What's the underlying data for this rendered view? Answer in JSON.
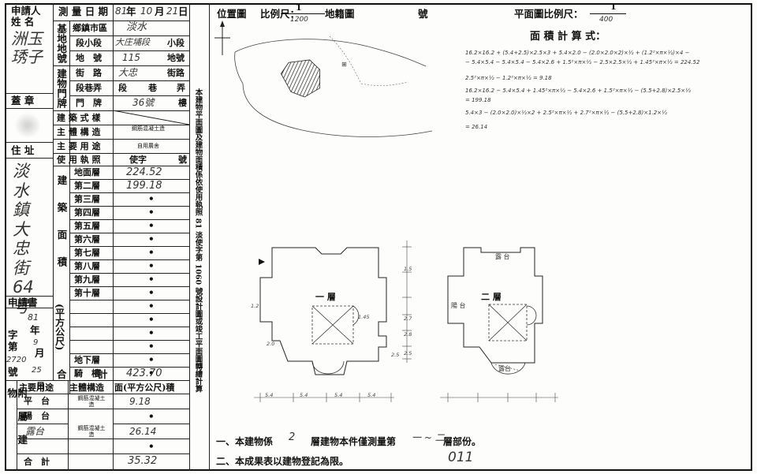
{
  "applicant": {
    "label_1": "申請人",
    "label_2": "姓 名",
    "name": "洲玉琇子"
  },
  "seal_label": "蓋 章",
  "address": {
    "label": "住 址",
    "value": "淡水鎮大忠街64号"
  },
  "application": {
    "label": "申請書",
    "char_year": "年",
    "char_month": "月",
    "char_zi": "字",
    "char_di": "第",
    "char_hao": "號",
    "year": "81",
    "month": "9",
    "number": "2720",
    "day": "25"
  },
  "survey_date": {
    "label": "測 量 日 期",
    "year": "81",
    "month": "10",
    "day": "21",
    "char_year": "年",
    "char_month": "月",
    "char_day": "日"
  },
  "land_label": "基地地號",
  "township": {
    "label": "鄉鎮市區",
    "value": "淡水"
  },
  "section": {
    "label": "段小段",
    "value": "大庄埔段",
    "suffix": "小段"
  },
  "land_no": {
    "label": "地　號",
    "value": "115",
    "suffix": "地號"
  },
  "door_label": "建物門牌",
  "street": {
    "label": "街　路",
    "value": "大忠",
    "suffix": "街路"
  },
  "lane": {
    "label": "段巷弄",
    "duan": "段",
    "xiang": "巷",
    "nong": "弄"
  },
  "door_no": {
    "label": "門　牌",
    "value": "36號",
    "suffix": "樓"
  },
  "style_label": "建 築 式 樣",
  "structure": {
    "label": "主 體 構 造",
    "value": "鋼筋混凝土造"
  },
  "usage": {
    "label": "主 要 用 途",
    "value": "自用農舍"
  },
  "license": {
    "label": "使 用 執 照",
    "value": "使字",
    "suffix": "號"
  },
  "area_side_label": "建築面積",
  "area_unit_label": "(平方公尺)",
  "floors": [
    {
      "name": "地面層",
      "value": "224.52"
    },
    {
      "name": "第二層",
      "value": "199.18"
    },
    {
      "name": "第三層",
      "value": "•"
    },
    {
      "name": "第四層",
      "value": "•"
    },
    {
      "name": "第五層",
      "value": "•"
    },
    {
      "name": "第六層",
      "value": "•"
    },
    {
      "name": "第七層",
      "value": "•"
    },
    {
      "name": "第八層",
      "value": "•"
    },
    {
      "name": "第九層",
      "value": "•"
    },
    {
      "name": "第十層",
      "value": "•"
    },
    {
      "name": "",
      "value": "•"
    },
    {
      "name": "",
      "value": "•"
    },
    {
      "name": "",
      "value": "•"
    },
    {
      "name": "",
      "value": "•"
    },
    {
      "name": "地下層",
      "value": "•"
    },
    {
      "name": "騎　樓",
      "value": "•"
    }
  ],
  "total": {
    "label_1": "合",
    "label_2": "計",
    "value": "423.70"
  },
  "annex": {
    "side_label": "附屬建物",
    "head_usage": "主要用途",
    "head_struct": "主體構造",
    "head_area": "面(平方公尺)積",
    "rows": [
      {
        "usage": "平　台",
        "struct": "鋼筋混凝土造",
        "area": "9.18"
      },
      {
        "usage": "陽　台",
        "struct": "",
        "area": "•"
      },
      {
        "usage": "露台",
        "struct": "鋼筋混凝土造",
        "area": "26.14"
      },
      {
        "usage": "",
        "struct": "",
        "area": "•"
      }
    ],
    "total_label": "合　計",
    "total_value": "35.32"
  },
  "location_map": {
    "label": "位置圖",
    "scale_label": "比例尺：",
    "scale_num": "1",
    "scale_den": "1200",
    "cadastral": "地籍圖",
    "hao": "號"
  },
  "floorplan_scale": {
    "label": "平面圖比例尺：",
    "num": "1",
    "den": "400"
  },
  "area_calc_title": "面 積 計 算 式：",
  "calc_lines": [
    "16.2×16.2 + (5.4+2.5)×2.5×3 + 5.4×2.0 − (2.0×2.0×2)×½ + (1.2²×π×½)×4 −",
    "− 5.4×5.4 − 5.4×5.4 − 5.4×2.6 + 1.5²×π×½ − 2.5×2.5×½ + 1.45²×π×½ = 224.52",
    "2.5²×π×½ − 1.2²×π×½ = 9.18",
    "16.2×16.2 − 5.4×5.4 + 1.45²×π×½ − 5.4×2.6 + 1.5²×π×½ − (5.5+2.8)×2.5×½",
    "= 199.18",
    "5.4×3 − (2.0×2.0)×½×2 + 2.5²×π×½ + 2.7²×π×½ − (5.5+2.8)×1.2×½",
    "= 26.14"
  ],
  "vertical_note": "本建物平面圖及建物面積係依使用執照 81 淡使字第 1060 號設計圖或竣工平面圖轉繪計算",
  "plan1_label": "一 層",
  "plan2_label": "二 層",
  "plan2_extra": [
    "露 台",
    "陽 台",
    "露台"
  ],
  "notes": {
    "note1_a": "一、本建物係",
    "note1_b": "層建物本件僅測量第",
    "note1_c": "層部份。",
    "note1_fill1": "2",
    "note1_fill2": "一 ~ 二",
    "note2": "二、本成果表以建物登記為限。",
    "page_no": "011"
  },
  "dims": [
    "5.4",
    "5.4",
    "5.4",
    "5.4",
    "2.0",
    "2.5",
    "1.2",
    "1.45",
    "1.5",
    "2.7",
    "2.8",
    "2.5"
  ]
}
